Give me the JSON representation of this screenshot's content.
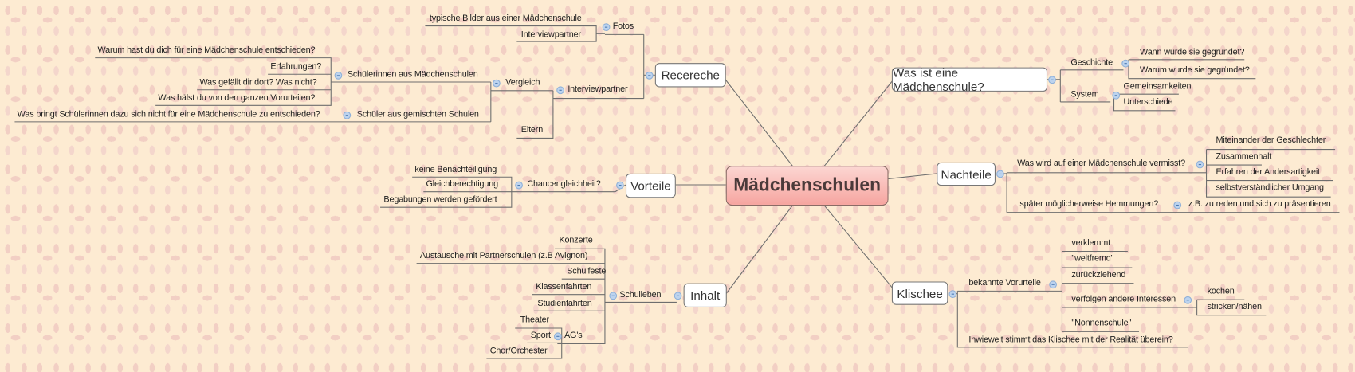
{
  "map_title": "Mädchenschulen",
  "colors": {
    "central_fill": "#f6a5a0",
    "background": "#fdebd2",
    "pattern": "#f2cfc4",
    "toggle": "#bcd3ee"
  },
  "recherche": {
    "label": "Recereche",
    "fotos": {
      "label": "Fotos",
      "children": [
        "typische Bilder aus einer Mädchenschule",
        "Interviewpartner"
      ]
    },
    "interviewpartner": {
      "label": "Interviewpartner",
      "vergleich": {
        "label": "Vergleich",
        "schuelerinnen": {
          "label": "Schülerinnen aus Mädchenschulen",
          "children": [
            "Warum hast du dich für eine Mädchenschule entschieden?",
            "Erfahrungen?",
            "Was gefällt dir dort? Was nicht?",
            "Was hälst du von den ganzen Vorurteilen?"
          ]
        },
        "schueler": {
          "label": "Schüler aus gemischten Schulen",
          "children": [
            "Was bringt Schülerinnen dazu sich nicht für eine Mädchenschule zu entschieden?"
          ]
        }
      },
      "eltern": "Eltern"
    }
  },
  "vorteile": {
    "label": "Vorteile",
    "chancen": {
      "label": "Chancengleichheit?",
      "children": [
        "keine Benachteiligung",
        "Gleichberechtigung",
        "Begabungen werden gefördert"
      ]
    }
  },
  "inhalt": {
    "label": "Inhalt",
    "schulleben": {
      "label": "Schulleben",
      "children": [
        "Konzerte",
        "Austausche mit Partnerschulen (z.B Avignon)",
        "Schulfeste",
        "Klassenfahrten",
        "Studienfahrten"
      ],
      "ags": {
        "label": "AG's",
        "children": [
          "Theater",
          "Sport",
          "Chor/Orchester"
        ]
      }
    }
  },
  "was_ist": {
    "label": "Was ist eine Mädchenschule?",
    "geschichte": {
      "label": "Geschichte",
      "children": [
        "Wann wurde sie gegründet?",
        "Warum wurde sie gegründet?"
      ]
    },
    "system": {
      "label": "System",
      "children": [
        "Gemeinsamkeiten",
        "Unterschiede"
      ]
    }
  },
  "nachteile": {
    "label": "Nachteile",
    "vermisst": {
      "label": "Was wird auf einer Mädchenschule vermisst?",
      "children": [
        "Miteinander der Geschlechter",
        "Zusammenhalt",
        "Erfahren der Andersartigkeit",
        "selbstverständlicher Umgang"
      ]
    },
    "hemmungen": {
      "label": "später möglicherweise Hemmungen?",
      "children": [
        "z.B. zu reden und sich zu präsentieren"
      ]
    }
  },
  "klischee": {
    "label": "Klischee",
    "vorurteile": {
      "label": "bekannte Vorurteile",
      "children": [
        "verklemmt",
        "\"weltfremd\"",
        "zurückziehend"
      ],
      "interessen": {
        "label": "verfolgen andere Interessen",
        "children": [
          "kochen",
          "stricken/nähen"
        ]
      },
      "nonnen": "\"Nonnenschule\""
    },
    "realitaet": "Inwieweit stimmt das Klischee mit der Realität überein?"
  }
}
